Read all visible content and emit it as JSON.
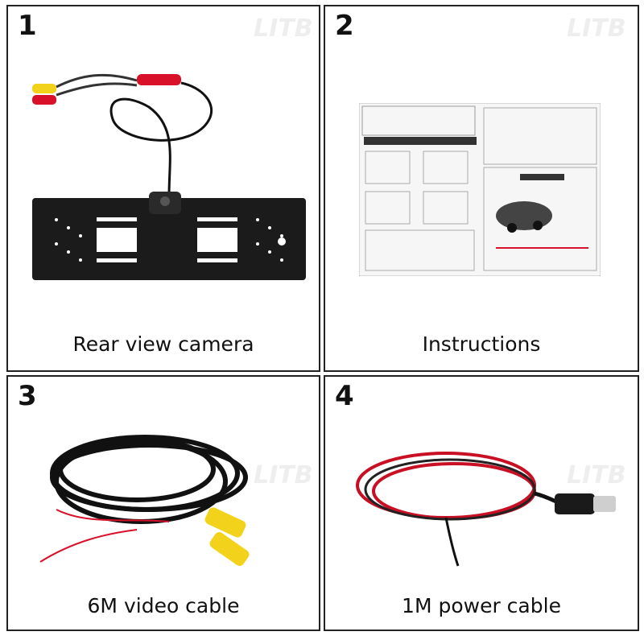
{
  "panels": [
    {
      "number": "1",
      "caption": "Rear view camera",
      "watermark": "LITB"
    },
    {
      "number": "2",
      "caption": "Instructions",
      "watermark": "LITB"
    },
    {
      "number": "3",
      "caption": "6M video cable",
      "watermark": "LITB"
    },
    {
      "number": "4",
      "caption": "1M power cable",
      "watermark": "LITB"
    }
  ],
  "colors": {
    "border": "#222222",
    "cable_black": "#111111",
    "cable_red": "#d8102a",
    "rca_yellow": "#f2d21a"
  }
}
